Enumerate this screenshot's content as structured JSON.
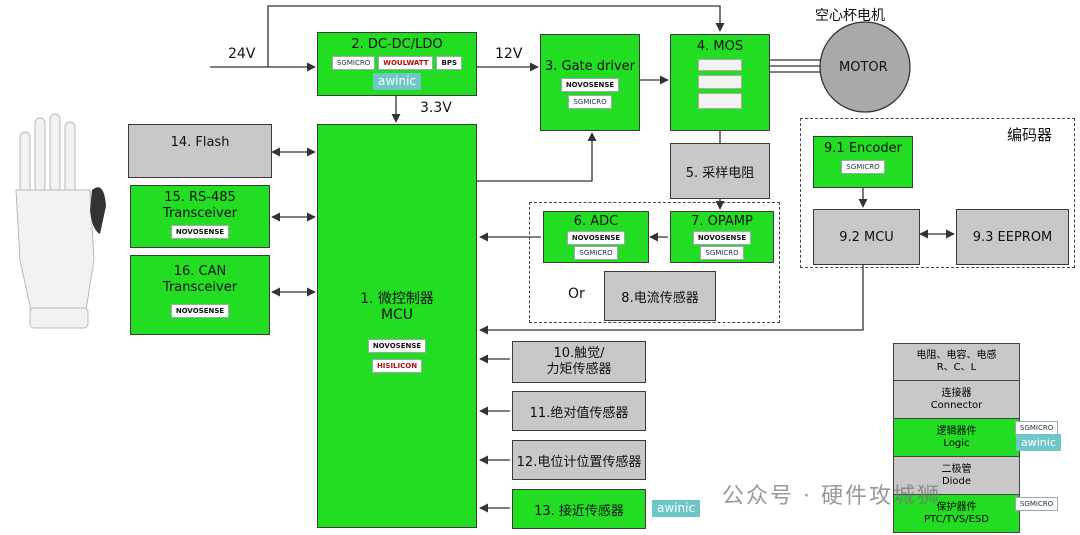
{
  "labels": {
    "v24": "24V",
    "v12": "12V",
    "v33": "3.3V",
    "motor_title": "空心杯电机",
    "motor": "MOTOR",
    "encoder_group": "编码器",
    "or": "Or"
  },
  "blocks": {
    "dcdc": {
      "title": "2. DC-DC/LDO",
      "logos": [
        "SGMICRO",
        "WOULWATT",
        "BPS",
        "awinic"
      ]
    },
    "gate": {
      "title": "3. Gate driver",
      "logos": [
        "NOVOSENSE",
        "SGMICRO"
      ]
    },
    "mos": {
      "title": "4. MOS"
    },
    "shunt": {
      "title": "5. 采样电阻"
    },
    "adc": {
      "title": "6. ADC",
      "logos": [
        "NOVOSENSE",
        "SGMICRO"
      ]
    },
    "opamp": {
      "title": "7. OPAMP",
      "logos": [
        "NOVOSENSE",
        "SGMICRO"
      ]
    },
    "current_sensor": {
      "title": "8.电流传感器"
    },
    "enc91": {
      "title": "9.1 Encoder",
      "logo": "SGMICRO"
    },
    "mcu92": {
      "title": "9.2 MCU"
    },
    "eeprom": {
      "title": "9.3 EEPROM"
    },
    "mcu": {
      "line1": "1. 微控制器",
      "line2": "MCU",
      "logos": [
        "NOVOSENSE",
        "HISILICON"
      ]
    },
    "flash": {
      "title": "14. Flash"
    },
    "rs485": {
      "line1": "15. RS-485",
      "line2": "Transceiver",
      "logo": "NOVOSENSE"
    },
    "can": {
      "line1": "16. CAN",
      "line2": "Transceiver",
      "logo": "NOVOSENSE"
    },
    "touch": {
      "line1": "10.触觉/",
      "line2": "力矩传感器"
    },
    "abs": {
      "title": "11.绝对值传感器"
    },
    "pot": {
      "title": "12.电位计位置传感器"
    },
    "prox": {
      "title": "13. 接近传感器",
      "logo": "awinic"
    }
  },
  "legend": {
    "rows": [
      {
        "l1": "电阻、电容、电感",
        "l2": "R、C、L",
        "color": "#c8c8c8"
      },
      {
        "l1": "连接器",
        "l2": "Connector",
        "color": "#c8c8c8"
      },
      {
        "l1": "逻辑器件",
        "l2": "Logic",
        "color": "#22dd22"
      },
      {
        "l1": "二极管",
        "l2": "Diode",
        "color": "#c8c8c8"
      },
      {
        "l1": "保护器件",
        "l2": "PTC/TVS/ESD",
        "color": "#22dd22"
      }
    ],
    "side_logos": [
      "SGMICRO",
      "awinic",
      "SGMICRO"
    ]
  },
  "watermark": "公众号 · 硬件攻城狮",
  "colors": {
    "green": "#22dd22",
    "gray": "#c8c8c8",
    "awinic": "#6ec6c6"
  }
}
